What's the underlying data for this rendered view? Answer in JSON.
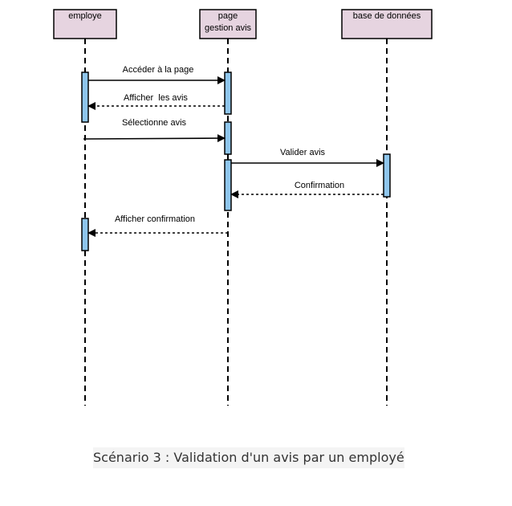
{
  "diagram": {
    "participants": [
      {
        "lines": [
          "employe"
        ]
      },
      {
        "lines": [
          "page",
          "gestion avis"
        ]
      },
      {
        "lines": [
          "base de données"
        ]
      }
    ],
    "messages": [
      {
        "label": "Accéder à la page",
        "from": 0,
        "to": 1,
        "kind": "sync"
      },
      {
        "label": "Afficher  les avis",
        "from": 1,
        "to": 0,
        "kind": "return"
      },
      {
        "label": "Sélectionne avis",
        "from": 0,
        "to": 1,
        "kind": "sync"
      },
      {
        "label": "Valider avis",
        "from": 1,
        "to": 2,
        "kind": "sync"
      },
      {
        "label": "Confirmation",
        "from": 2,
        "to": 1,
        "kind": "return"
      },
      {
        "label": "Afficher confirmation",
        "from": 1,
        "to": 0,
        "kind": "return"
      }
    ]
  },
  "caption": "Scénario 3 : Validation d'un avis par un employé",
  "colors": {
    "participant_fill": "#e6d4e0",
    "activation_fill": "#8fc6ec",
    "line": "#000000"
  }
}
